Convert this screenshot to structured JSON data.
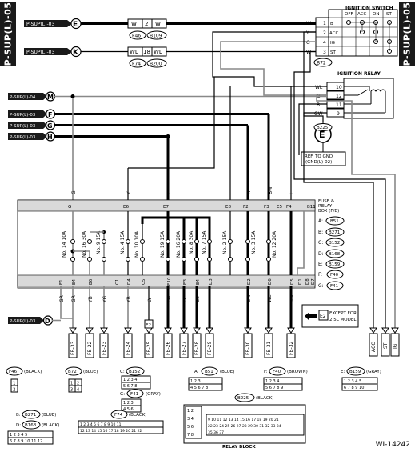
{
  "sheet": {
    "section_tab": "P-SUP(L)-05",
    "diagram_id": "WI-14242"
  },
  "ignition_switch": {
    "title": "IGNITION SWITCH",
    "headers": [
      "OFF",
      "ACC",
      "ON",
      "ST"
    ],
    "rows": [
      {
        "pin": "1",
        "terminal": "B"
      },
      {
        "pin": "2",
        "terminal": "ACC"
      },
      {
        "pin": "4",
        "terminal": "IG"
      },
      {
        "pin": "3",
        "terminal": "ST"
      }
    ],
    "wire_colors": [
      "W",
      "Y",
      "G",
      "W"
    ],
    "connector": "B72"
  },
  "ignition_relay": {
    "title": "IGNITION RELAY",
    "pins": [
      "10",
      "12",
      "11",
      "9"
    ],
    "wire_colors": [
      "WL",
      "G",
      "B",
      "GW"
    ],
    "connector": "B225"
  },
  "ground": {
    "symbol": "E",
    "ref": [
      "REF. TO GND",
      "(GND(L)-02)"
    ]
  },
  "left_refs": [
    {
      "label": "P-SUP(L)-03",
      "letter": "E"
    },
    {
      "label": "P-SUP(L)-03",
      "letter": "K"
    },
    {
      "label": "P-SUP(L)-04",
      "letter": "M"
    },
    {
      "label": "P-SUP(L)-03",
      "letter": "F"
    },
    {
      "label": "P-SUP(L)-03",
      "letter": "G"
    },
    {
      "label": "P-SUP(L)-03",
      "letter": "H"
    },
    {
      "label": "P-SUP(L)-03",
      "letter": "D"
    }
  ],
  "inline_connectors": [
    {
      "color_a": "W",
      "pin": "2",
      "color_b": "W",
      "tags": [
        "F46",
        "B109"
      ]
    },
    {
      "color_a": "WL",
      "pin": "18",
      "color_b": "WL",
      "tags": [
        "F74",
        "B200"
      ]
    }
  ],
  "fuse_box": {
    "title": [
      "FUSE &",
      "RELAY",
      "BOX (F/B)"
    ],
    "connectors": [
      {
        "key": "A:",
        "code": "B51"
      },
      {
        "key": "B:",
        "code": "B271"
      },
      {
        "key": "C:",
        "code": "B152"
      },
      {
        "key": "D:",
        "code": "B168"
      },
      {
        "key": "E:",
        "code": "B159"
      },
      {
        "key": "F:",
        "code": "F40"
      },
      {
        "key": "G:",
        "code": "F41"
      }
    ],
    "fuses": [
      "No. 14 10A",
      "No. 16 30A",
      "No. 9 15A",
      "No. 4 15A",
      "No. 10 10A",
      "No. 19 15A",
      "No. 16 20A",
      "No. 8 30A",
      "No. 7 15A",
      "No. 2 15A",
      "No. 3 15A",
      "No. 12 20A"
    ],
    "top_terminals": [
      "G",
      "E6",
      "E7",
      "F2",
      "F3",
      "F4",
      "E8",
      "E5",
      "B11"
    ],
    "top_colors": [
      "G",
      "Y",
      "L",
      "R",
      "BW",
      "L"
    ],
    "bottom_terminals": [
      "F1",
      "E4",
      "B6",
      "C1",
      "D4",
      "C5",
      "E3",
      "E10",
      "E4",
      "D3",
      "D2",
      "D6",
      "D5",
      "D1",
      "D8",
      "D7"
    ],
    "bottom_colors": [
      "GR",
      "GR",
      "YB",
      "YG",
      "YB",
      "LY",
      "LW",
      "LY",
      "BL",
      "BW",
      "WL",
      "RW"
    ],
    "outputs": [
      "FB-33",
      "FB-22",
      "FB-23",
      "FB-24",
      "FB-25",
      "FB-26",
      "FB-27",
      "FB-28",
      "FB-29",
      "FB-30",
      "FB-31",
      "FB-32"
    ]
  },
  "except_note": {
    "code": "E2",
    "text": [
      "EXCEPT FOR",
      "2.5L MODEL"
    ]
  },
  "right_outputs": [
    "ACC",
    "ST",
    "IG"
  ],
  "connector_views": [
    {
      "code": "F46",
      "color": "(BLACK)"
    },
    {
      "code": "B72",
      "color": "(BLUE)"
    },
    {
      "code": "B152",
      "color": "",
      "prefix": "C:"
    },
    {
      "code": "F41",
      "color": "(GRAY)",
      "prefix": "G:"
    },
    {
      "code": "B51",
      "color": "(BLUE)",
      "prefix": "A:"
    },
    {
      "code": "F40",
      "color": "(BROWN)",
      "prefix": "F:"
    },
    {
      "code": "B159",
      "color": "(GRAY)",
      "prefix": "E:"
    },
    {
      "code": "B225",
      "color": "(BLACK)"
    },
    {
      "code": "B271",
      "color": "(BLUE)",
      "prefix": "B:"
    },
    {
      "code": "B168",
      "color": "(BLACK)",
      "prefix": "D:"
    },
    {
      "code": "F74",
      "color": "(BLACK)"
    }
  ],
  "relay_block_label": "RELAY BLOCK"
}
